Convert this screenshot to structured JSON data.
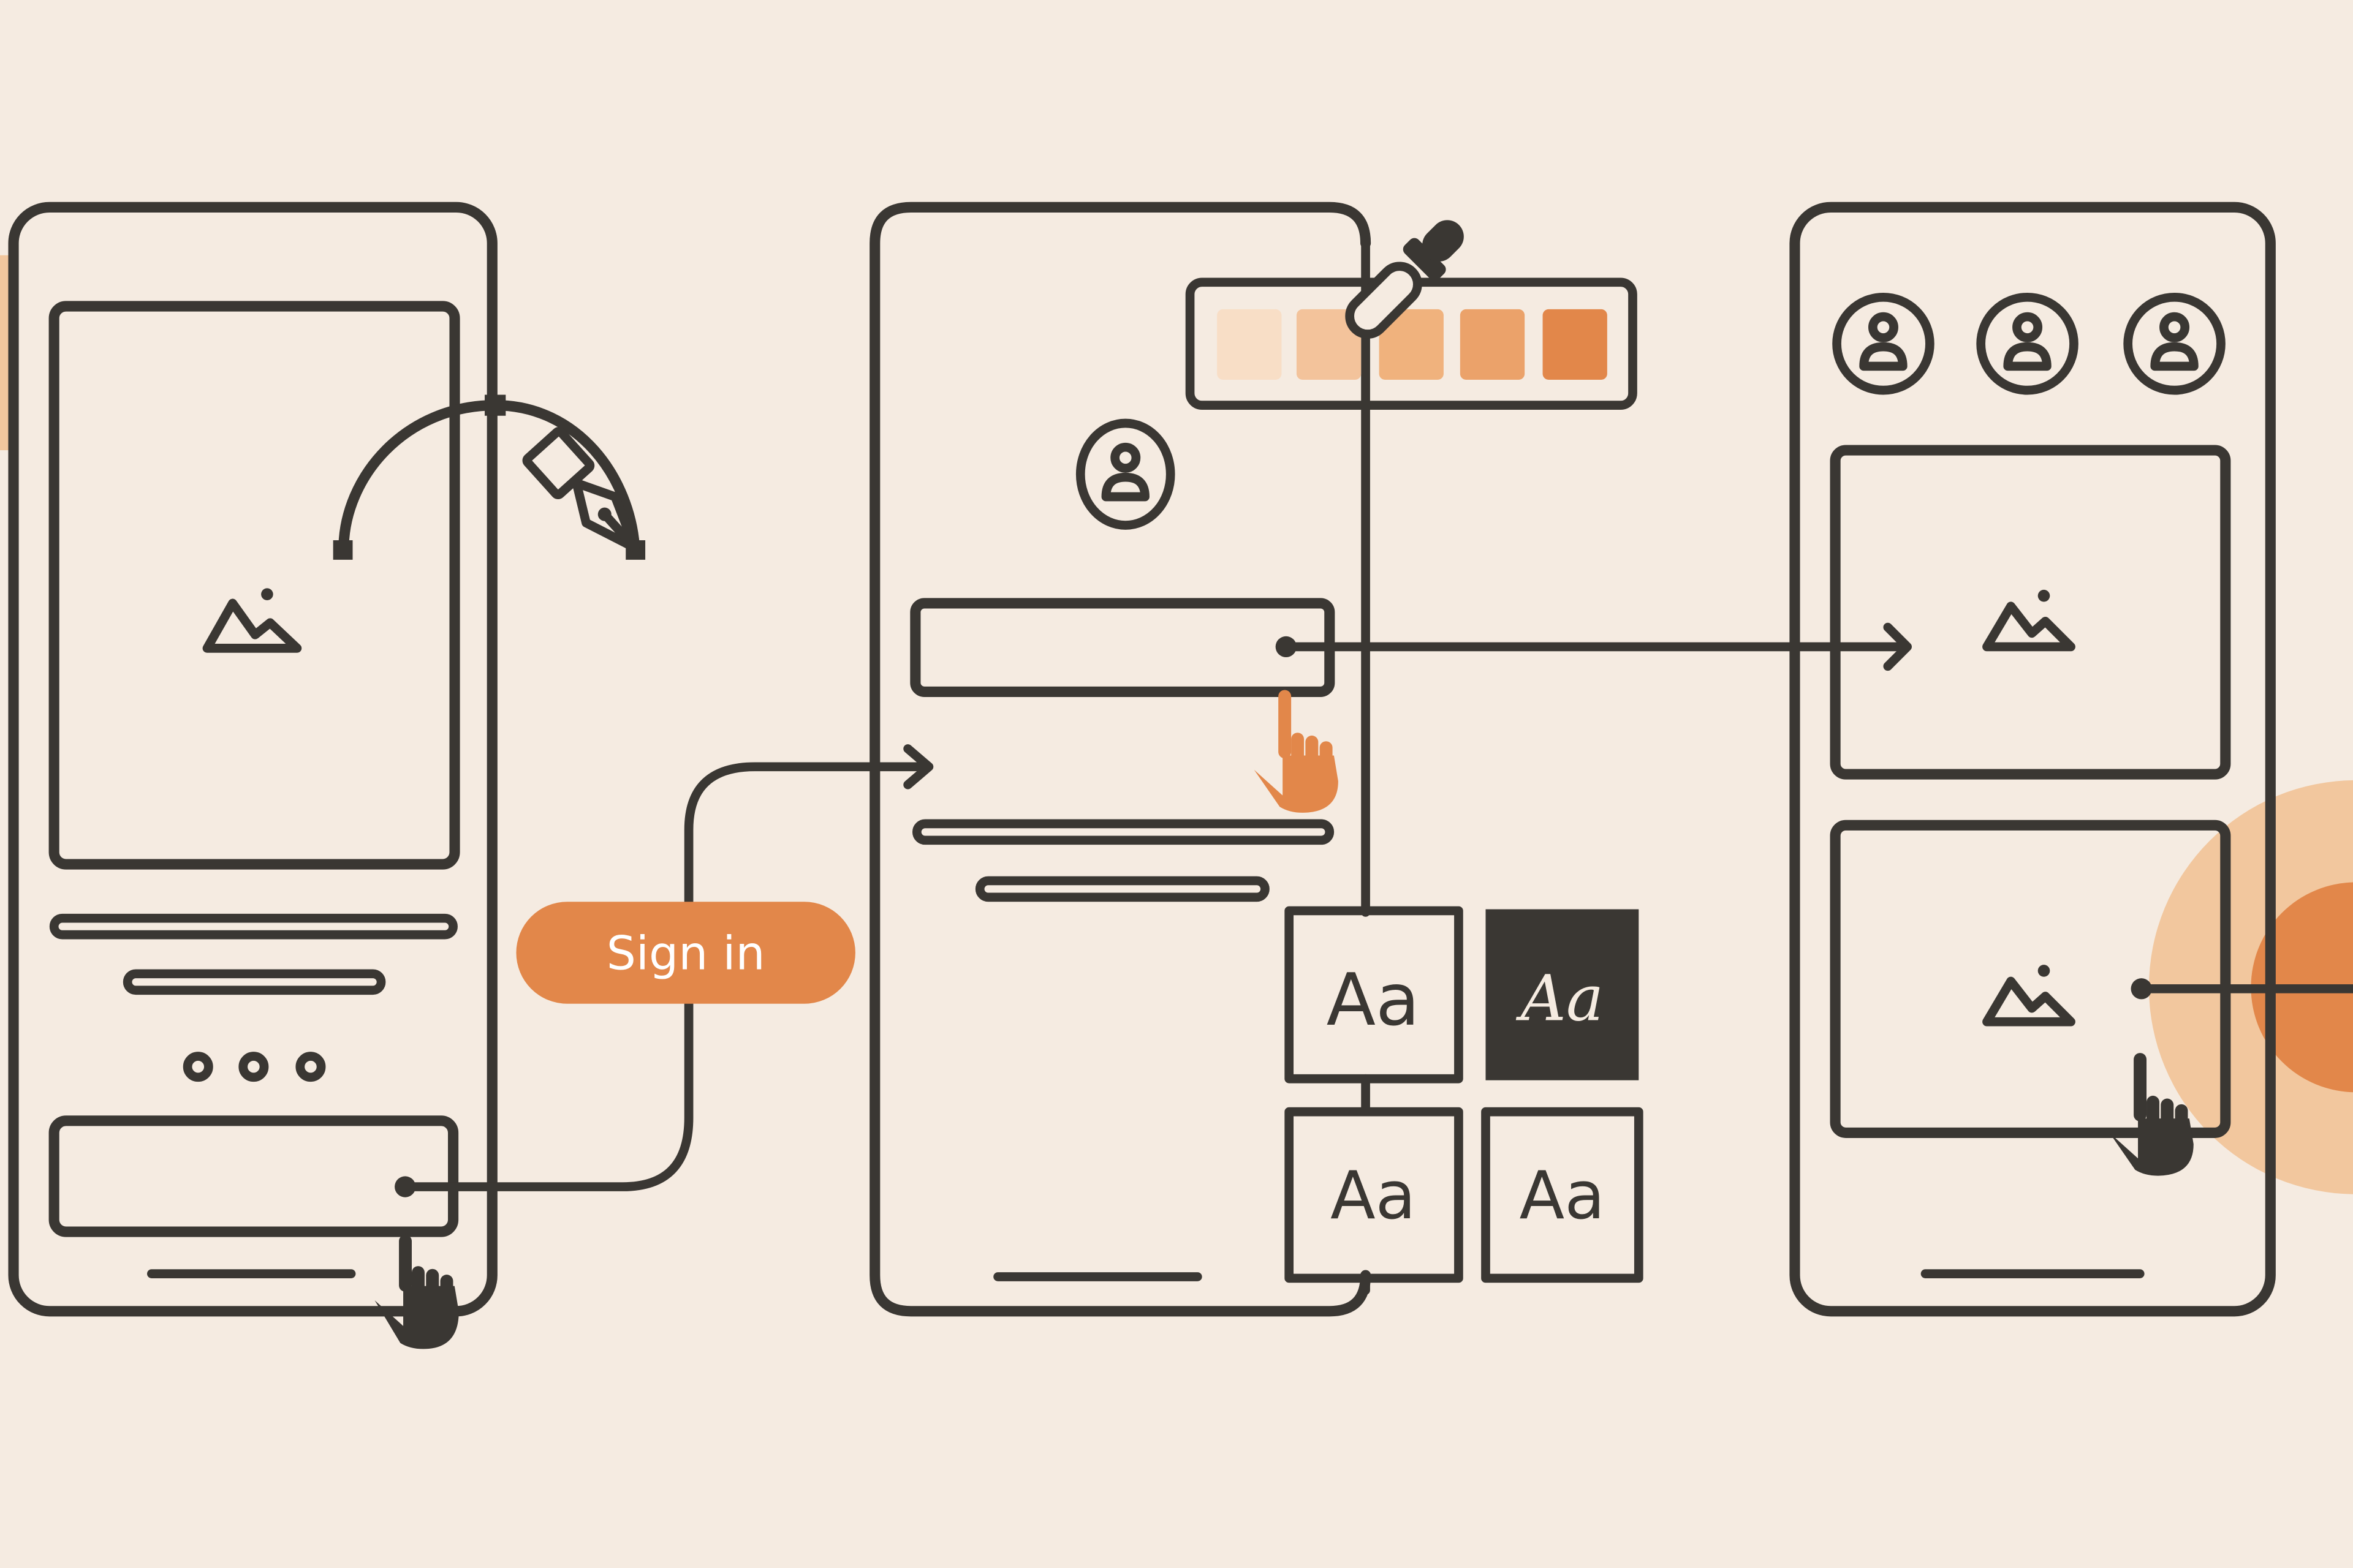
{
  "colors": {
    "background": "#F5EBE1",
    "stroke": "#3A3733",
    "accent": "#E2874A",
    "accent_light": "#F2C79E",
    "swatches": [
      "#F8DEC6",
      "#F3C39B",
      "#F0B27D",
      "#EBA26A",
      "#E2874A"
    ]
  },
  "screens": [
    {
      "name": "image-screen",
      "content": [
        "image-placeholder",
        "text-line",
        "text-line-short",
        "pagination-dots",
        "input-field",
        "home-indicator"
      ]
    },
    {
      "name": "sign-in-screen",
      "content": [
        "avatar",
        "input-field",
        "text-line",
        "text-line-short",
        "home-indicator"
      ]
    },
    {
      "name": "gallery-screen",
      "content": [
        "avatar",
        "avatar",
        "avatar",
        "image-card",
        "image-card",
        "home-indicator"
      ]
    }
  ],
  "sign_in_button": {
    "label": "Sign in"
  },
  "typography_samples": [
    {
      "label": "Aa",
      "style": "sans",
      "inverted": false
    },
    {
      "label": "Aa",
      "style": "script",
      "inverted": true
    },
    {
      "label": "Aa",
      "style": "sans",
      "inverted": false
    },
    {
      "label": "Aa",
      "style": "sans",
      "inverted": false
    }
  ],
  "icons": [
    "image-icon",
    "pen-tool-icon",
    "eyedropper-icon",
    "user-icon",
    "hand-pointer-icon",
    "arrow-icon"
  ]
}
